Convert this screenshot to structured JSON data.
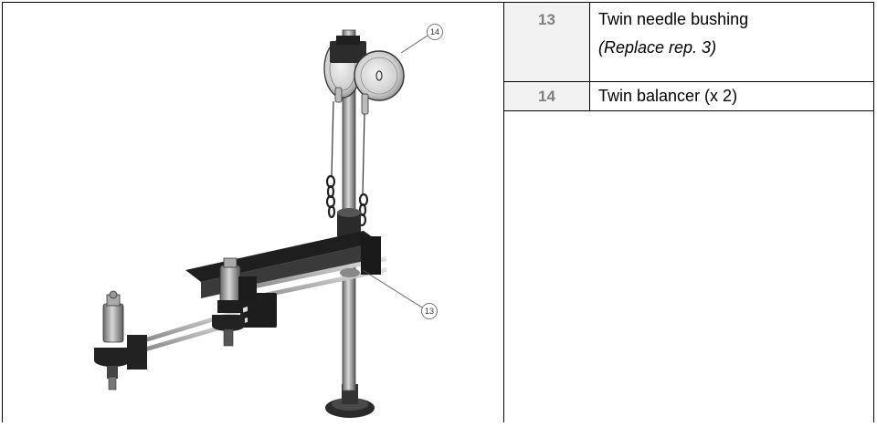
{
  "callouts": {
    "top": "14",
    "middle": "13"
  },
  "parts": [
    {
      "number": "13",
      "name": "Twin needle bushing",
      "note": "(Replace rep. 3)"
    },
    {
      "number": "14",
      "name": "Twin balancer (x 2)",
      "note": ""
    }
  ]
}
